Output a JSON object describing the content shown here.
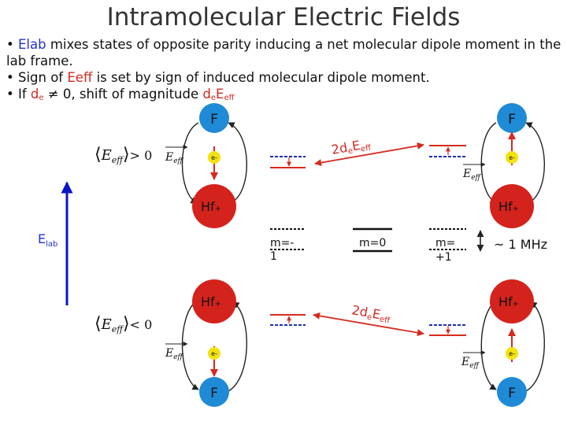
{
  "slide": {
    "title": "Intramolecular Electric Fields",
    "bullets": [
      {
        "bullet": "•",
        "pre": " ",
        "hl": "Elab",
        "post": " mixes states of opposite parity inducing a net molecular dipole moment in the lab frame."
      },
      {
        "bullet": "•",
        "pre": " Sign of ",
        "hl": "Eeff",
        "post": " is set by sign of induced molecular dipole moment."
      },
      {
        "bullet": "•",
        "pre": " If ",
        "hl1": "d",
        "hl1_sub": "e",
        "mid": " ≠ 0, shift of magnitude ",
        "hl2": "d",
        "hl2_sub": "e",
        "hl3": "E",
        "hl3_sub": "eff"
      }
    ]
  },
  "diagram": {
    "elab": {
      "main": "E",
      "sub": "lab"
    },
    "conditions": {
      "top": {
        "open": "⟨",
        "main": "E",
        "sub": "eff",
        "close": "⟩",
        "rel": "> 0"
      },
      "bottom": {
        "open": "⟨",
        "main": "E",
        "sub": "eff",
        "close": "⟩",
        "rel": "< 0"
      }
    },
    "atoms": {
      "F": "F",
      "Hf": "Hf",
      "Hf_sup": "+",
      "electron": "e-"
    },
    "eeff_label": {
      "main": "E",
      "sub": "eff"
    },
    "shift": {
      "coef": "2d",
      "sub1": "e",
      "main": "E",
      "sub2": "eff"
    },
    "levels": {
      "m_minus": "m=-",
      "m_minus_2": "1",
      "m_zero": "m=0",
      "m_plus": "m=",
      "m_plus_2": "+1"
    },
    "spacing": "~ 1 MHz",
    "colors": {
      "F": "#1f8ad6",
      "Hf": "#d4231c",
      "electron": "#f2e20f",
      "arrow_red": "#d42a20",
      "arrow_blue": "#0a14c8",
      "level_blue": "#1a2fb0"
    }
  }
}
